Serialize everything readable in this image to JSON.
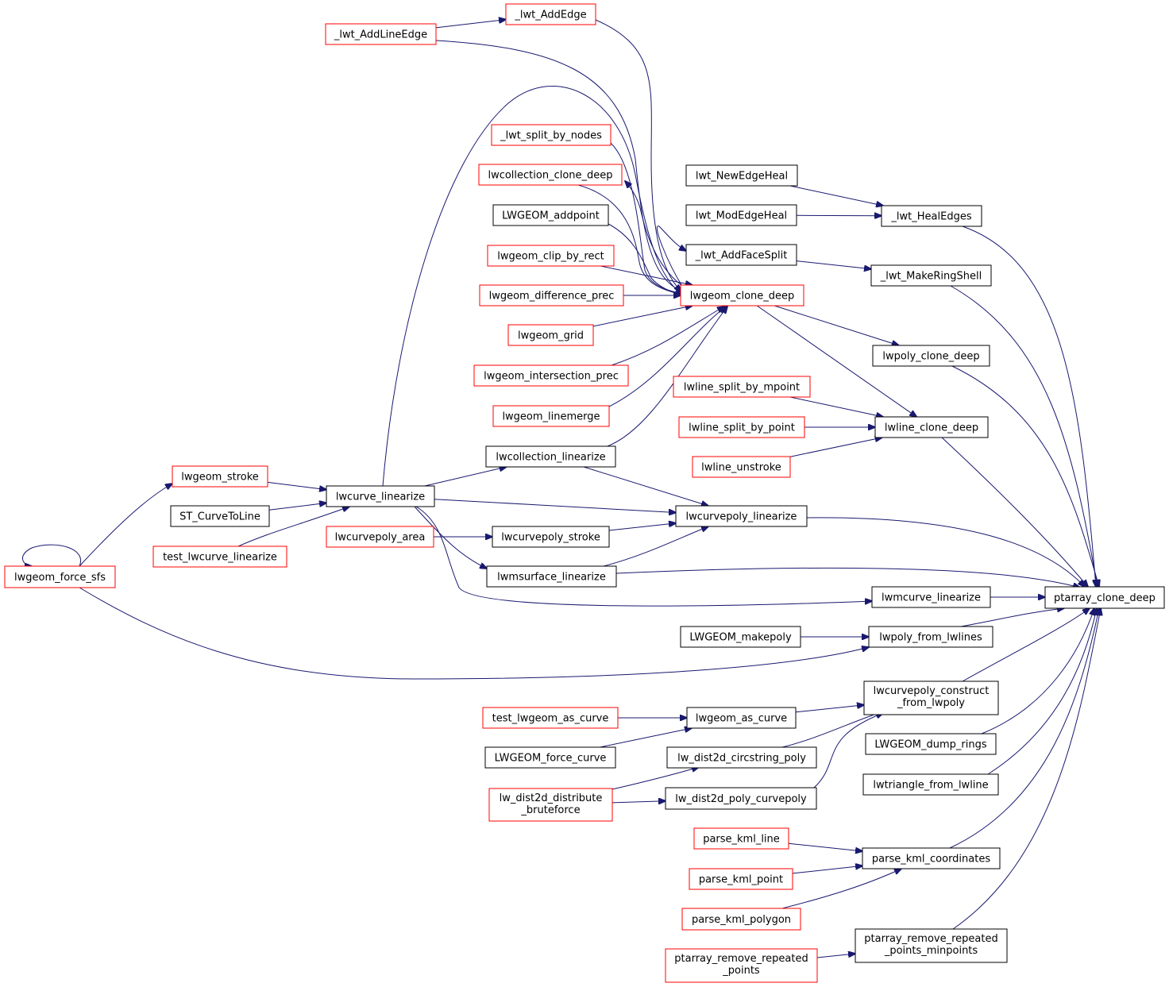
{
  "colors": {
    "edge": "#191970",
    "border_default": "#000000",
    "border_incomplete": "#ff0000",
    "focus_fill": "#bfbfbf"
  },
  "nodes": [
    {
      "id": "ptarray_clone_deep",
      "lines": [
        "ptarray_clone_deep"
      ],
      "border": "black",
      "focus": true
    },
    {
      "id": "_lwt_HealEdges",
      "lines": [
        "_lwt_HealEdges"
      ],
      "border": "black"
    },
    {
      "id": "_lwt_MakeRingShell",
      "lines": [
        "_lwt_MakeRingShell"
      ],
      "border": "black"
    },
    {
      "id": "lwpoly_clone_deep",
      "lines": [
        "lwpoly_clone_deep"
      ],
      "border": "black"
    },
    {
      "id": "lwline_clone_deep",
      "lines": [
        "lwline_clone_deep"
      ],
      "border": "black"
    },
    {
      "id": "lwcurvepoly_linearize",
      "lines": [
        "lwcurvepoly_linearize"
      ],
      "border": "black"
    },
    {
      "id": "lwmsurface_linearize",
      "lines": [
        "lwmsurface_linearize"
      ],
      "border": "black"
    },
    {
      "id": "lwmcurve_linearize",
      "lines": [
        "lwmcurve_linearize"
      ],
      "border": "black"
    },
    {
      "id": "lwpoly_from_lwlines",
      "lines": [
        "lwpoly_from_lwlines"
      ],
      "border": "black"
    },
    {
      "id": "lwcurvepoly_construct",
      "lines": [
        "lwcurvepoly_construct",
        "_from_lwpoly"
      ],
      "border": "black"
    },
    {
      "id": "LWGEOM_dump_rings",
      "lines": [
        "LWGEOM_dump_rings"
      ],
      "border": "black"
    },
    {
      "id": "lwtriangle_from_lwline",
      "lines": [
        "lwtriangle_from_lwline"
      ],
      "border": "black"
    },
    {
      "id": "parse_kml_coordinates",
      "lines": [
        "parse_kml_coordinates"
      ],
      "border": "black"
    },
    {
      "id": "ptarray_remove_repeated_points_minpoints",
      "lines": [
        "ptarray_remove_repeated",
        "_points_minpoints"
      ],
      "border": "black"
    },
    {
      "id": "lwt_NewEdgeHeal",
      "lines": [
        "lwt_NewEdgeHeal"
      ],
      "border": "black"
    },
    {
      "id": "lwt_ModEdgeHeal",
      "lines": [
        "lwt_ModEdgeHeal"
      ],
      "border": "black"
    },
    {
      "id": "_lwt_AddFaceSplit",
      "lines": [
        "_lwt_AddFaceSplit"
      ],
      "border": "black"
    },
    {
      "id": "lwgeom_clone_deep",
      "lines": [
        "lwgeom_clone_deep"
      ],
      "border": "red"
    },
    {
      "id": "lwline_split_by_mpoint",
      "lines": [
        "lwline_split_by_mpoint"
      ],
      "border": "red"
    },
    {
      "id": "lwline_split_by_point",
      "lines": [
        "lwline_split_by_point"
      ],
      "border": "red"
    },
    {
      "id": "lwline_unstroke",
      "lines": [
        "lwline_unstroke"
      ],
      "border": "red"
    },
    {
      "id": "_lwt_AddEdge",
      "lines": [
        "_lwt_AddEdge"
      ],
      "border": "red"
    },
    {
      "id": "_lwt_AddLineEdge",
      "lines": [
        "_lwt_AddLineEdge"
      ],
      "border": "red"
    },
    {
      "id": "_lwt_split_by_nodes",
      "lines": [
        "_lwt_split_by_nodes"
      ],
      "border": "red"
    },
    {
      "id": "lwcollection_clone_deep",
      "lines": [
        "lwcollection_clone_deep"
      ],
      "border": "red"
    },
    {
      "id": "LWGEOM_addpoint",
      "lines": [
        "LWGEOM_addpoint"
      ],
      "border": "black"
    },
    {
      "id": "lwgeom_clip_by_rect",
      "lines": [
        "lwgeom_clip_by_rect"
      ],
      "border": "red"
    },
    {
      "id": "lwgeom_difference_prec",
      "lines": [
        "lwgeom_difference_prec"
      ],
      "border": "red"
    },
    {
      "id": "lwgeom_grid",
      "lines": [
        "lwgeom_grid"
      ],
      "border": "red"
    },
    {
      "id": "lwgeom_intersection_prec",
      "lines": [
        "lwgeom_intersection_prec"
      ],
      "border": "red"
    },
    {
      "id": "lwgeom_linemerge",
      "lines": [
        "lwgeom_linemerge"
      ],
      "border": "red"
    },
    {
      "id": "lwcollection_linearize",
      "lines": [
        "lwcollection_linearize"
      ],
      "border": "black"
    },
    {
      "id": "lwcurve_linearize",
      "lines": [
        "lwcurve_linearize"
      ],
      "border": "black"
    },
    {
      "id": "lwcurvepoly_stroke",
      "lines": [
        "lwcurvepoly_stroke"
      ],
      "border": "black"
    },
    {
      "id": "lwcurvepoly_area",
      "lines": [
        "lwcurvepoly_area"
      ],
      "border": "red"
    },
    {
      "id": "lwgeom_stroke",
      "lines": [
        "lwgeom_stroke"
      ],
      "border": "red"
    },
    {
      "id": "ST_CurveToLine",
      "lines": [
        "ST_CurveToLine"
      ],
      "border": "black"
    },
    {
      "id": "test_lwcurve_linearize",
      "lines": [
        "test_lwcurve_linearize"
      ],
      "border": "red"
    },
    {
      "id": "lwgeom_force_sfs",
      "lines": [
        "lwgeom_force_sfs"
      ],
      "border": "red"
    },
    {
      "id": "LWGEOM_makepoly",
      "lines": [
        "LWGEOM_makepoly"
      ],
      "border": "black"
    },
    {
      "id": "lwgeom_as_curve",
      "lines": [
        "lwgeom_as_curve"
      ],
      "border": "black"
    },
    {
      "id": "test_lwgeom_as_curve",
      "lines": [
        "test_lwgeom_as_curve"
      ],
      "border": "red"
    },
    {
      "id": "LWGEOM_force_curve",
      "lines": [
        "LWGEOM_force_curve"
      ],
      "border": "black"
    },
    {
      "id": "lw_dist2d_circstring_poly",
      "lines": [
        "lw_dist2d_circstring_poly"
      ],
      "border": "black"
    },
    {
      "id": "lw_dist2d_poly_curvepoly",
      "lines": [
        "lw_dist2d_poly_curvepoly"
      ],
      "border": "black"
    },
    {
      "id": "lw_dist2d_distribute_bruteforce",
      "lines": [
        "lw_dist2d_distribute",
        "_bruteforce"
      ],
      "border": "red"
    },
    {
      "id": "parse_kml_line",
      "lines": [
        "parse_kml_line"
      ],
      "border": "red"
    },
    {
      "id": "parse_kml_point",
      "lines": [
        "parse_kml_point"
      ],
      "border": "red"
    },
    {
      "id": "parse_kml_polygon",
      "lines": [
        "parse_kml_polygon"
      ],
      "border": "red"
    },
    {
      "id": "ptarray_remove_repeated_points",
      "lines": [
        "ptarray_remove_repeated",
        "_points"
      ],
      "border": "red"
    }
  ],
  "edges": [
    [
      "_lwt_HealEdges",
      "ptarray_clone_deep"
    ],
    [
      "_lwt_MakeRingShell",
      "ptarray_clone_deep"
    ],
    [
      "lwpoly_clone_deep",
      "ptarray_clone_deep"
    ],
    [
      "lwline_clone_deep",
      "ptarray_clone_deep"
    ],
    [
      "lwcurvepoly_linearize",
      "ptarray_clone_deep"
    ],
    [
      "lwmsurface_linearize",
      "ptarray_clone_deep"
    ],
    [
      "lwmcurve_linearize",
      "ptarray_clone_deep"
    ],
    [
      "lwpoly_from_lwlines",
      "ptarray_clone_deep"
    ],
    [
      "lwcurvepoly_construct",
      "ptarray_clone_deep"
    ],
    [
      "LWGEOM_dump_rings",
      "ptarray_clone_deep"
    ],
    [
      "lwtriangle_from_lwline",
      "ptarray_clone_deep"
    ],
    [
      "parse_kml_coordinates",
      "ptarray_clone_deep"
    ],
    [
      "ptarray_remove_repeated_points_minpoints",
      "ptarray_clone_deep"
    ],
    [
      "lwt_NewEdgeHeal",
      "_lwt_HealEdges"
    ],
    [
      "lwt_ModEdgeHeal",
      "_lwt_HealEdges"
    ],
    [
      "_lwt_AddFaceSplit",
      "_lwt_MakeRingShell"
    ],
    [
      "lwgeom_clone_deep",
      "lwpoly_clone_deep"
    ],
    [
      "lwgeom_clone_deep",
      "lwline_clone_deep"
    ],
    [
      "lwline_split_by_mpoint",
      "lwline_clone_deep"
    ],
    [
      "lwline_split_by_point",
      "lwline_clone_deep"
    ],
    [
      "lwline_unstroke",
      "lwline_clone_deep"
    ],
    [
      "lwgeom_clone_deep",
      "_lwt_AddFaceSplit"
    ],
    [
      "lwgeom_clone_deep",
      "lwcollection_clone_deep"
    ],
    [
      "_lwt_AddLineEdge",
      "_lwt_AddEdge"
    ],
    [
      "_lwt_AddEdge",
      "lwgeom_clone_deep"
    ],
    [
      "_lwt_AddLineEdge",
      "lwgeom_clone_deep"
    ],
    [
      "_lwt_split_by_nodes",
      "lwgeom_clone_deep"
    ],
    [
      "lwcollection_clone_deep",
      "lwgeom_clone_deep"
    ],
    [
      "LWGEOM_addpoint",
      "lwgeom_clone_deep"
    ],
    [
      "lwgeom_clip_by_rect",
      "lwgeom_clone_deep"
    ],
    [
      "lwgeom_difference_prec",
      "lwgeom_clone_deep"
    ],
    [
      "lwgeom_grid",
      "lwgeom_clone_deep"
    ],
    [
      "lwgeom_intersection_prec",
      "lwgeom_clone_deep"
    ],
    [
      "lwgeom_linemerge",
      "lwgeom_clone_deep"
    ],
    [
      "lwcollection_linearize",
      "lwgeom_clone_deep"
    ],
    [
      "lwcurve_linearize",
      "lwgeom_clone_deep"
    ],
    [
      "lwcurve_linearize",
      "lwcollection_linearize"
    ],
    [
      "lwcollection_linearize",
      "lwcurvepoly_linearize"
    ],
    [
      "lwcurve_linearize",
      "lwcurvepoly_linearize"
    ],
    [
      "lwcurvepoly_stroke",
      "lwcurvepoly_linearize"
    ],
    [
      "lwmsurface_linearize",
      "lwcurvepoly_linearize"
    ],
    [
      "lwcurvepoly_area",
      "lwcurvepoly_stroke"
    ],
    [
      "lwcurve_linearize",
      "lwmsurface_linearize"
    ],
    [
      "lwcurve_linearize",
      "lwmcurve_linearize"
    ],
    [
      "lwgeom_stroke",
      "lwcurve_linearize"
    ],
    [
      "ST_CurveToLine",
      "lwcurve_linearize"
    ],
    [
      "test_lwcurve_linearize",
      "lwcurve_linearize"
    ],
    [
      "lwgeom_force_sfs",
      "lwgeom_stroke"
    ],
    [
      "lwgeom_force_sfs",
      "lwgeom_force_sfs"
    ],
    [
      "lwgeom_force_sfs",
      "lwpoly_from_lwlines"
    ],
    [
      "LWGEOM_makepoly",
      "lwpoly_from_lwlines"
    ],
    [
      "lwgeom_as_curve",
      "lwcurvepoly_construct"
    ],
    [
      "lw_dist2d_circstring_poly",
      "lwcurvepoly_construct"
    ],
    [
      "lw_dist2d_poly_curvepoly",
      "lwcurvepoly_construct"
    ],
    [
      "test_lwgeom_as_curve",
      "lwgeom_as_curve"
    ],
    [
      "LWGEOM_force_curve",
      "lwgeom_as_curve"
    ],
    [
      "lw_dist2d_distribute_bruteforce",
      "lw_dist2d_circstring_poly"
    ],
    [
      "lw_dist2d_distribute_bruteforce",
      "lw_dist2d_poly_curvepoly"
    ],
    [
      "parse_kml_line",
      "parse_kml_coordinates"
    ],
    [
      "parse_kml_point",
      "parse_kml_coordinates"
    ],
    [
      "parse_kml_polygon",
      "parse_kml_coordinates"
    ],
    [
      "ptarray_remove_repeated_points",
      "ptarray_remove_repeated_points_minpoints"
    ]
  ]
}
